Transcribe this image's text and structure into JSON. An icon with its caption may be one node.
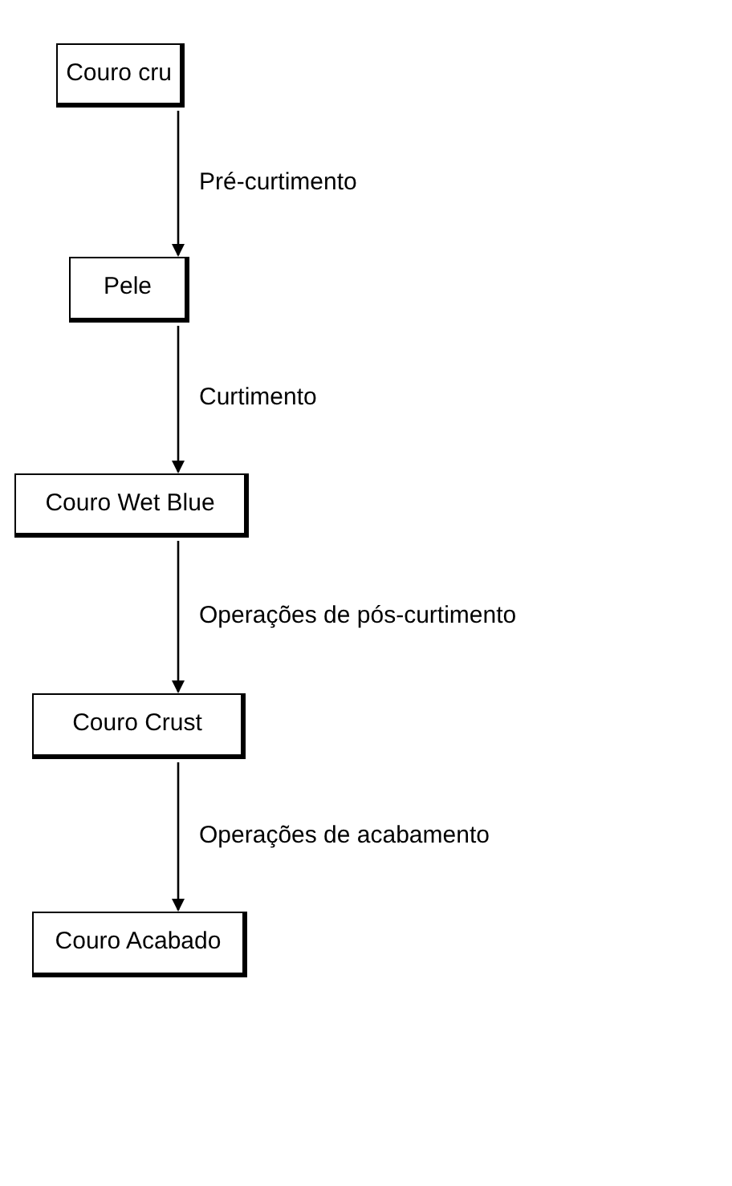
{
  "diagram": {
    "nodes": [
      {
        "text": [
          "Couro cru"
        ]
      },
      {
        "text": [
          "Pele"
        ]
      },
      {
        "text": [
          "Couro Wet Blue"
        ]
      },
      {
        "text": [
          "Couro Crust"
        ]
      },
      {
        "text": [
          "Couro Acabado"
        ]
      }
    ],
    "edges": [
      {
        "from": 0,
        "to": 1,
        "arrow": "to",
        "label": "Pré-curtimento"
      },
      {
        "from": 1,
        "to": 2,
        "arrow": "to",
        "label": "Curtimento"
      },
      {
        "from": 2,
        "to": 3,
        "arrow": "to",
        "label": "Operações de pós-curtimento"
      },
      {
        "from": 3,
        "to": 4,
        "arrow": "to",
        "label": "Operações de acabamento"
      }
    ]
  }
}
